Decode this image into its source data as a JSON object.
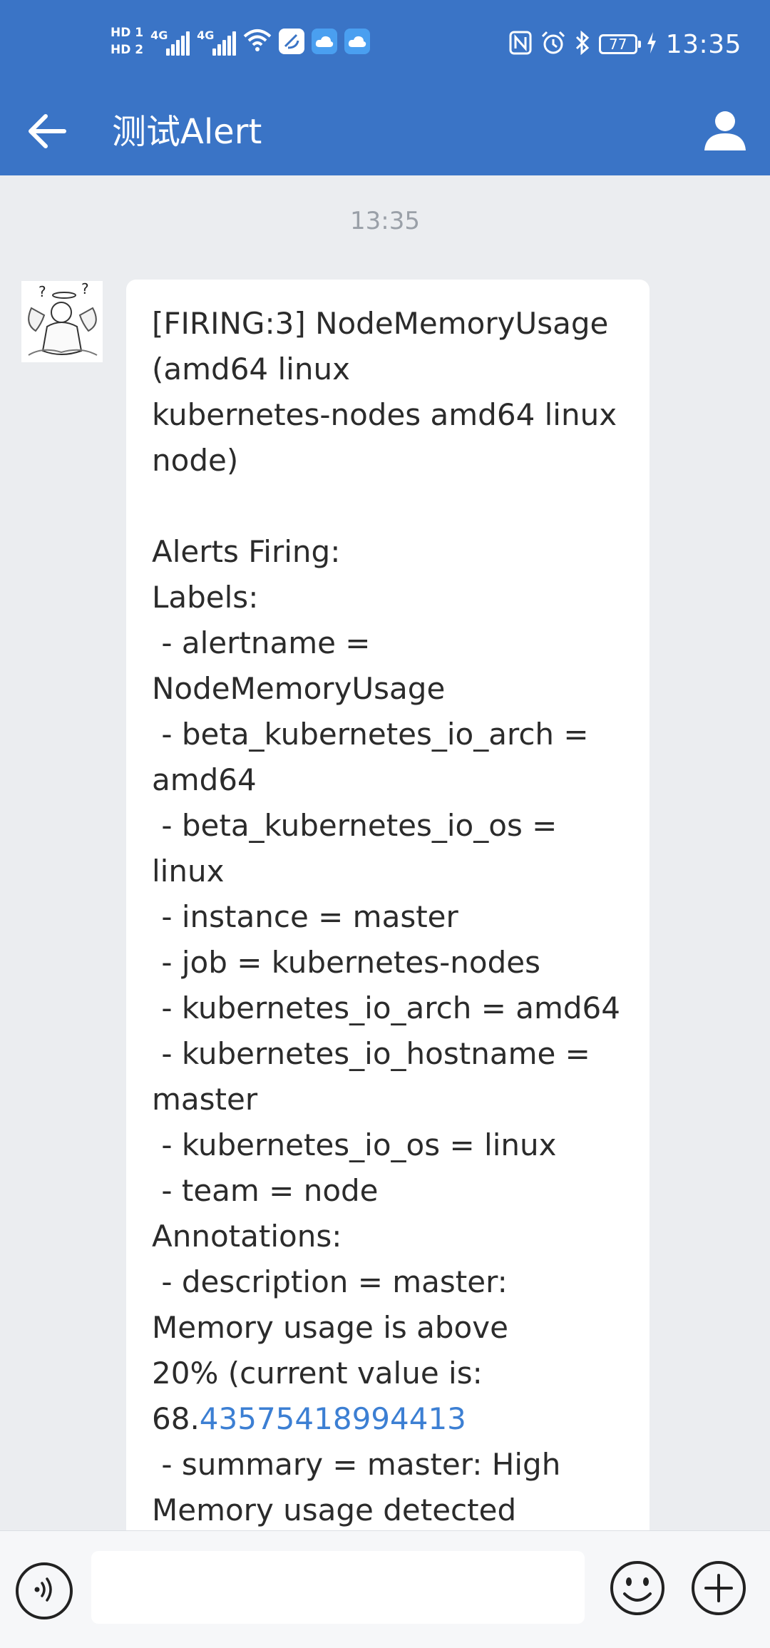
{
  "status_bar": {
    "hd1": "HD 1",
    "hd2": "HD 2",
    "net1": "4G",
    "net2": "4G",
    "battery": "77",
    "time": "13:35",
    "icons": [
      "wifi-icon",
      "app-d-icon",
      "cloud-icon",
      "cloud-icon",
      "nfc-icon",
      "alarm-icon",
      "bluetooth-icon",
      "charging-icon"
    ]
  },
  "header": {
    "title": "测试Alert",
    "back_icon": "arrow-left-icon",
    "contact_icon": "person-icon"
  },
  "chat": {
    "timestamp": "13:35",
    "message": {
      "text_main": "[FIRING:3] NodeMemoryUsage\n(amd64 linux\nkubernetes-nodes amd64 linux\nnode)\n\nAlerts Firing:\nLabels:\n - alertname =\nNodeMemoryUsage\n - beta_kubernetes_io_arch =\namd64\n - beta_kubernetes_io_os =\nlinux\n - instance = master\n - job = kubernetes-nodes\n - kubernetes_io_arch = amd64\n - kubernetes_io_hostname =\nmaster\n - kubernetes_io_os = linux\n - team = node\nAnnotations:\n - description = master:\nMemory usage is above\n20% (current value is:\n68.",
      "link_text": "43575418994413",
      "text_tail": "\n - summary = master: High\nMemory usage detected"
    }
  },
  "input_bar": {
    "voice_icon": "voice-icon",
    "input_value": "",
    "emoji_icon": "emoji-icon",
    "plus_icon": "plus-icon"
  },
  "colors": {
    "header_blue": "#3a74c6",
    "background": "#ebedf0",
    "link": "#3c7fd3"
  }
}
